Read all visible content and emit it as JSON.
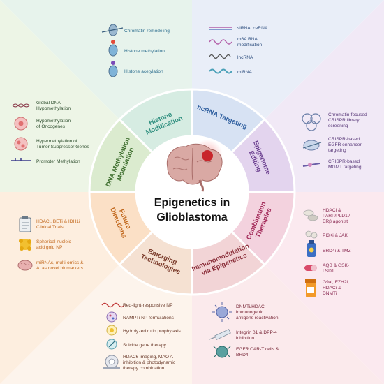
{
  "center": {
    "line1": "Epigenetics in",
    "line2": "Glioblastoma"
  },
  "colors": {
    "histone": "#2f8f7f",
    "ncrna": "#2f5f9f",
    "epigenome": "#6b3f8f",
    "combination": "#a32b5a",
    "immuno": "#8b2f3a",
    "emerging": "#7a3a2a",
    "future": "#c2691e",
    "dnamethyl": "#3f6f2f"
  },
  "segments": {
    "histone": [
      "Histone",
      "Modification"
    ],
    "ncrna": [
      "ncRNA Targeting"
    ],
    "epigenome": [
      "Epigenome",
      "Editing"
    ],
    "combination": [
      "Combination",
      "Therapies"
    ],
    "immuno": [
      "Immunomodulation",
      "via Epigenetics"
    ],
    "emerging": [
      "Emerging",
      "Technologies"
    ],
    "future": [
      "Future",
      "Directions"
    ],
    "dnamethyl": [
      "DNA Methylation",
      "Modulation"
    ]
  },
  "histone_items": [
    "Chromatin remodeling",
    "Histone methylation",
    "Histone acetylation"
  ],
  "ncrna_items": [
    [
      "siRNA, ceRNA"
    ],
    [
      "m6A RNA",
      "modification"
    ],
    [
      "lncRNA"
    ],
    [
      "miRNA"
    ]
  ],
  "epigenome_items": [
    [
      "Chromatin-focused",
      "CRISPR library",
      "screening"
    ],
    [
      "CRISPR-based",
      "EGFR enhancer",
      "targeting"
    ],
    [
      "CRISPR-based",
      "MGMT targeting"
    ]
  ],
  "combination_items": [
    [
      "HDACi &",
      "PARP/PLD1i/",
      "ERβ agonist"
    ],
    [
      "PI3Ki & JAKi"
    ],
    [
      "BRD4i & TMZ"
    ],
    [
      "AQB & GSK-",
      "LSD1"
    ],
    [
      "G9ai, EZH2i,",
      "HDACi &",
      "DNMTi"
    ]
  ],
  "immuno_items": [
    [
      "DNMTi/HDACi",
      "immunogenic",
      "antigens reactivation"
    ],
    [
      "Integrin β1 & DPP-4",
      "inhibition"
    ],
    [
      "EGFR CAR-T cells &",
      "BRD4i"
    ]
  ],
  "emerging_items": [
    [
      "Red-light-responsive NP"
    ],
    [
      "NAMPTi NP formulations"
    ],
    [
      "Hydrolyzed rutin prophylaxis"
    ],
    [
      "Suicide gene therapy"
    ],
    [
      "HDAC6 imaging, MAO A",
      "inhibition & photodynamic",
      "therapy combination"
    ]
  ],
  "future_items": [
    [
      "HDACi, BETi & IDH1i",
      "Clinical Trials"
    ],
    [
      "Spherical nucleic",
      "acid gold NP"
    ],
    [
      "miRNAs, multi-omics &",
      "AI as novel biomarkers"
    ]
  ],
  "dna_items": [
    [
      "Global DNA",
      "Hypomethylation"
    ],
    [
      "Hypomethylation",
      "of Oncogenes"
    ],
    [
      "Hypermethylation of",
      "Tumor Suppressor Genes"
    ],
    [
      "Promoter Methylation"
    ]
  ]
}
